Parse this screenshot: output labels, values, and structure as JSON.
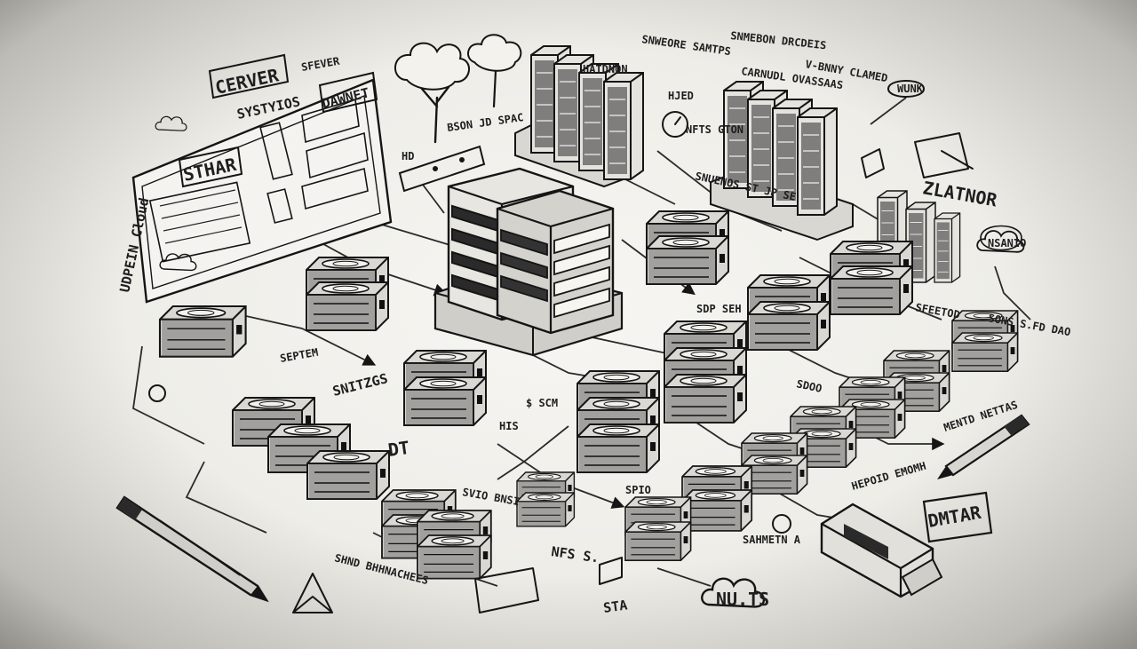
{
  "diagram": {
    "labels": {
      "cerver": "CERVER",
      "sfever": "SFEVER",
      "systyios": "SYSTYIOS",
      "dawnet": "DAWNET",
      "sthar": "STHAR",
      "udpein_cloud": "UDPEIN Cloud",
      "hd": "HD",
      "hatdnon": "HATDNON",
      "bson_jd_spac": "BSON JD SPAC",
      "snweore_samtps": "SNWEORE SAMTPS",
      "hjed": "HJED",
      "nfts_gton": "NFTS GTON",
      "snmebon_drcdeis": "SNMEBON DRCDEIS",
      "carnudl_ovassaas": "CARNUDL OVASSAAS",
      "v_bnny_clamed": "V-BNNY CLAMED",
      "wunk": "WUNK",
      "snuenos_st_jp_se": "SNUENOS ST JP SE",
      "zlatnor": "ZLATNOR",
      "nsanio": "NSANIO",
      "sdp_seh": "SDP SEH",
      "sons_s_fd_dao": "SONS S.FD DAO",
      "sfeetod": "SFEETOD",
      "snitzgs": "SNITZGS",
      "septem": "SEPTEM",
      "dt": "DT",
      "his": "HIS",
      "s_scm": "$ SCM",
      "spio": "SPIO",
      "svio_bnsi": "SVIO BNSI",
      "nfs_s": "NFS S.",
      "sahmetn_a": "SAHMETN A",
      "hepoid_emomh": "HEPOID EMOMH",
      "mentd_nettas": "MENTD NETTAS",
      "dmtar": "DMTAR",
      "nuts": "NU.TS",
      "sta": "STA",
      "shnd_bhhnachees": "SHND BHHNACHEES",
      "sdoo": "SDOO"
    }
  }
}
